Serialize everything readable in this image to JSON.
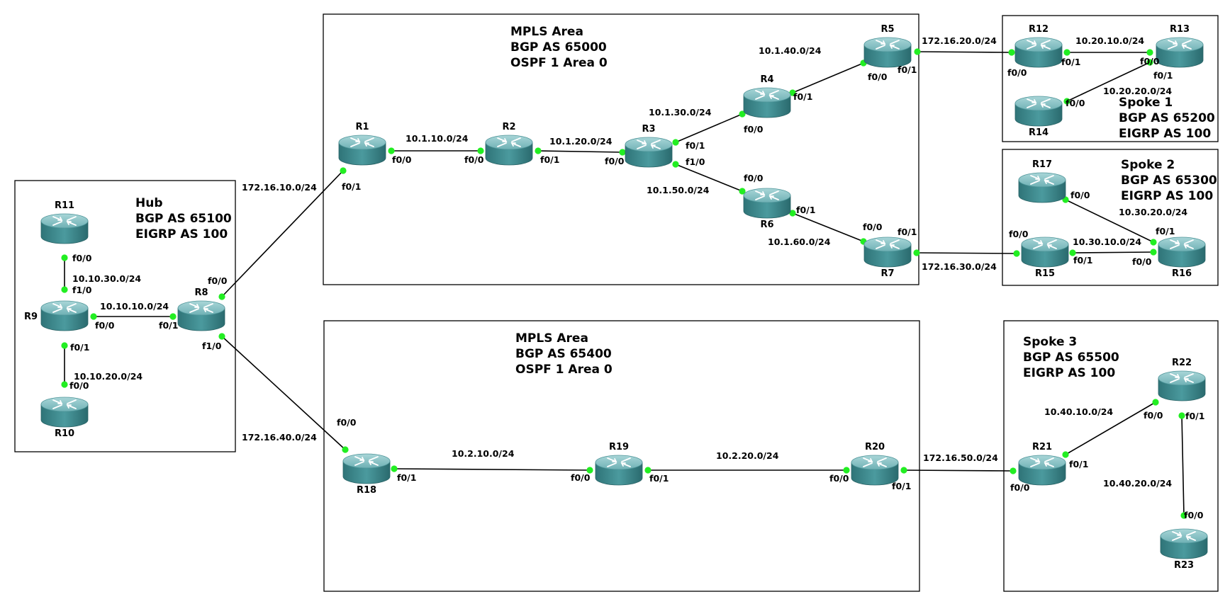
{
  "diagram": {
    "areas": {
      "mpls1": [
        "MPLS Area",
        "BGP AS 65000",
        "OSPF 1 Area 0"
      ],
      "mpls2": [
        "MPLS Area",
        "BGP AS 65400",
        "OSPF 1 Area 0"
      ],
      "hub": [
        "Hub",
        "BGP AS 65100",
        "EIGRP AS 100"
      ],
      "spoke1": [
        "Spoke 1",
        "BGP AS 65200",
        "EIGRP AS 100"
      ],
      "spoke2": [
        "Spoke 2",
        "BGP AS 65300",
        "EIGRP AS 100"
      ],
      "spoke3": [
        "Spoke 3",
        "BGP AS 65500",
        "EIGRP AS 100"
      ]
    },
    "routers": [
      "R1",
      "R2",
      "R3",
      "R4",
      "R5",
      "R6",
      "R7",
      "R8",
      "R9",
      "R10",
      "R11",
      "R12",
      "R13",
      "R14",
      "R15",
      "R16",
      "R17",
      "R18",
      "R19",
      "R20",
      "R21",
      "R22",
      "R23"
    ],
    "links": [
      {
        "a": "R1",
        "b": "R2",
        "net": "10.1.10.0/24",
        "ia": "f0/0",
        "ib": "f0/0"
      },
      {
        "a": "R2",
        "b": "R3",
        "net": "10.1.20.0/24",
        "ia": "f0/1",
        "ib": "f0/0"
      },
      {
        "a": "R3",
        "b": "R4",
        "net": "10.1.30.0/24",
        "ia": "f0/1",
        "ib": "f0/0"
      },
      {
        "a": "R4",
        "b": "R5",
        "net": "10.1.40.0/24",
        "ia": "f0/1",
        "ib": "f0/0"
      },
      {
        "a": "R3",
        "b": "R6",
        "net": "10.1.50.0/24",
        "ia": "f1/0",
        "ib": "f0/0"
      },
      {
        "a": "R6",
        "b": "R7",
        "net": "10.1.60.0/24",
        "ia": "f0/1",
        "ib": "f0/0"
      },
      {
        "a": "R1",
        "b": "R8",
        "net": "172.16.10.0/24",
        "ia": "f0/1",
        "ib": "f0/0"
      },
      {
        "a": "R5",
        "b": "R12",
        "net": "172.16.20.0/24",
        "ia": "f0/1",
        "ib": "f0/0"
      },
      {
        "a": "R7",
        "b": "R15",
        "net": "172.16.30.0/24",
        "ia": "f0/1",
        "ib": "f0/0"
      },
      {
        "a": "R8",
        "b": "R9",
        "net": "10.10.10.0/24",
        "ia": "f0/1",
        "ib": "f0/0"
      },
      {
        "a": "R9",
        "b": "R11",
        "net": "10.10.30.0/24",
        "ia": "f1/0",
        "ib": "f0/0"
      },
      {
        "a": "R9",
        "b": "R10",
        "net": "10.10.20.0/24",
        "ia": "f0/1",
        "ib": "f0/0"
      },
      {
        "a": "R8",
        "b": "R18",
        "net": "172.16.40.0/24",
        "ia": "f1/0",
        "ib": "f0/0"
      },
      {
        "a": "R12",
        "b": "R13",
        "net": "10.20.10.0/24",
        "ia": "f0/1",
        "ib": "f0/0"
      },
      {
        "a": "R13",
        "b": "R14",
        "net": "10.20.20.0/24",
        "ia": "f0/1",
        "ib": "f0/0"
      },
      {
        "a": "R15",
        "b": "R16",
        "net": "10.30.10.0/24",
        "ia": "f0/1",
        "ib": "f0/0"
      },
      {
        "a": "R16",
        "b": "R17",
        "net": "10.30.20.0/24",
        "ia": "f0/1",
        "ib": "f0/0"
      },
      {
        "a": "R18",
        "b": "R19",
        "net": "10.2.10.0/24",
        "ia": "f0/1",
        "ib": "f0/0"
      },
      {
        "a": "R19",
        "b": "R20",
        "net": "10.2.20.0/24",
        "ia": "f0/1",
        "ib": "f0/0"
      },
      {
        "a": "R20",
        "b": "R21",
        "net": "172.16.50.0/24",
        "ia": "f0/1",
        "ib": "f0/0"
      },
      {
        "a": "R21",
        "b": "R22",
        "net": "10.40.10.0/24",
        "ia": "f0/1",
        "ib": "f0/0"
      },
      {
        "a": "R22",
        "b": "R23",
        "net": "10.40.20.0/24",
        "ia": "f0/1",
        "ib": "f0/0"
      }
    ]
  },
  "colors": {
    "port": "#22ee22",
    "router_body": "#3d8a8e",
    "router_top": "#8cc6c9"
  },
  "icons": {
    "router": "router-icon"
  }
}
